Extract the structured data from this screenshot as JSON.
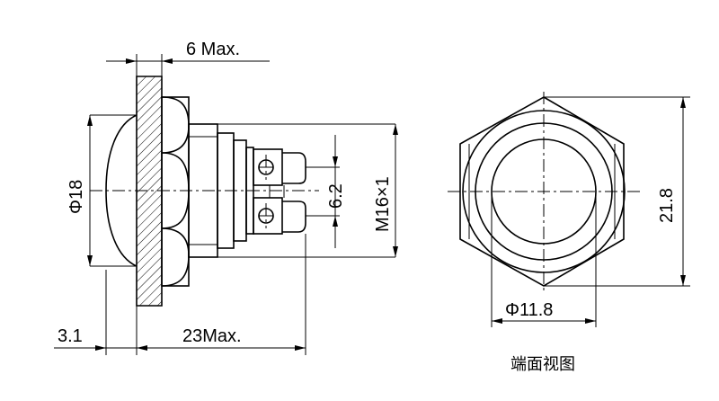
{
  "side_view": {
    "dim_thickness": "6 Max.",
    "dim_diameter": "Φ18",
    "dim_pitch": "6.2",
    "dim_thread": "M16×1",
    "dim_cap": "3.1",
    "dim_length": "23Max."
  },
  "end_view": {
    "dim_across_corners": "21.8",
    "dim_button": "Φ11.8",
    "caption": "端面视图"
  }
}
